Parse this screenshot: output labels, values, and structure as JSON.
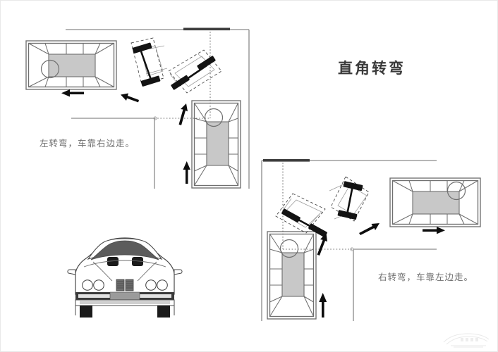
{
  "document": {
    "title": "直角转弯",
    "page_background": "#ffffff",
    "line_color": "#6f6f6f",
    "car_body_fill": "#c8c8c8",
    "wheel_color": "#141414",
    "text_color": "#6e6e6e"
  },
  "captions": {
    "left": "左转弯，车靠右边走。",
    "right": "右转弯，车靠左边走。"
  },
  "scenes": [
    {
      "id": "left-turn-scene",
      "name": "左转弯",
      "caption": "左转弯，车靠右边走。",
      "cars": [
        {
          "name": "car-exit-horizontal",
          "orientation": "horizontal",
          "facing": "left",
          "steering_wheel": "left"
        },
        {
          "name": "car-entry-vertical",
          "orientation": "vertical",
          "facing": "up",
          "steering_wheel": "left"
        }
      ],
      "axles": [
        {
          "name": "axle-position-1",
          "stage": "turning"
        },
        {
          "name": "axle-position-2",
          "stage": "turning"
        }
      ],
      "arrows": [
        {
          "name": "arrow-exit",
          "direction": "left"
        },
        {
          "name": "arrow-mid",
          "direction": "left"
        },
        {
          "name": "arrow-approach",
          "direction": "up-left"
        },
        {
          "name": "arrow-entry",
          "direction": "up"
        }
      ],
      "stop_bar": true,
      "guide_lines": "dotted"
    },
    {
      "id": "right-turn-scene",
      "name": "右转弯",
      "caption": "右转弯，车靠左边走。",
      "cars": [
        {
          "name": "car-exit-horizontal",
          "orientation": "horizontal",
          "facing": "right",
          "steering_wheel": "right"
        },
        {
          "name": "car-entry-vertical",
          "orientation": "vertical",
          "facing": "up",
          "steering_wheel": "left"
        }
      ],
      "axles": [
        {
          "name": "axle-position-1",
          "stage": "turning"
        },
        {
          "name": "axle-position-2",
          "stage": "turning"
        }
      ],
      "arrows": [
        {
          "name": "arrow-exit",
          "direction": "right"
        },
        {
          "name": "arrow-mid",
          "direction": "up-right"
        },
        {
          "name": "arrow-approach",
          "direction": "up-right"
        },
        {
          "name": "arrow-entry",
          "direction": "up"
        }
      ],
      "stop_bar": true,
      "guide_lines": "dotted"
    }
  ],
  "photo": {
    "name": "bmw-front-view-illustration",
    "description": "sedan front view"
  },
  "watermark": {
    "name": "site-watermark",
    "description": "car silhouette logo"
  }
}
